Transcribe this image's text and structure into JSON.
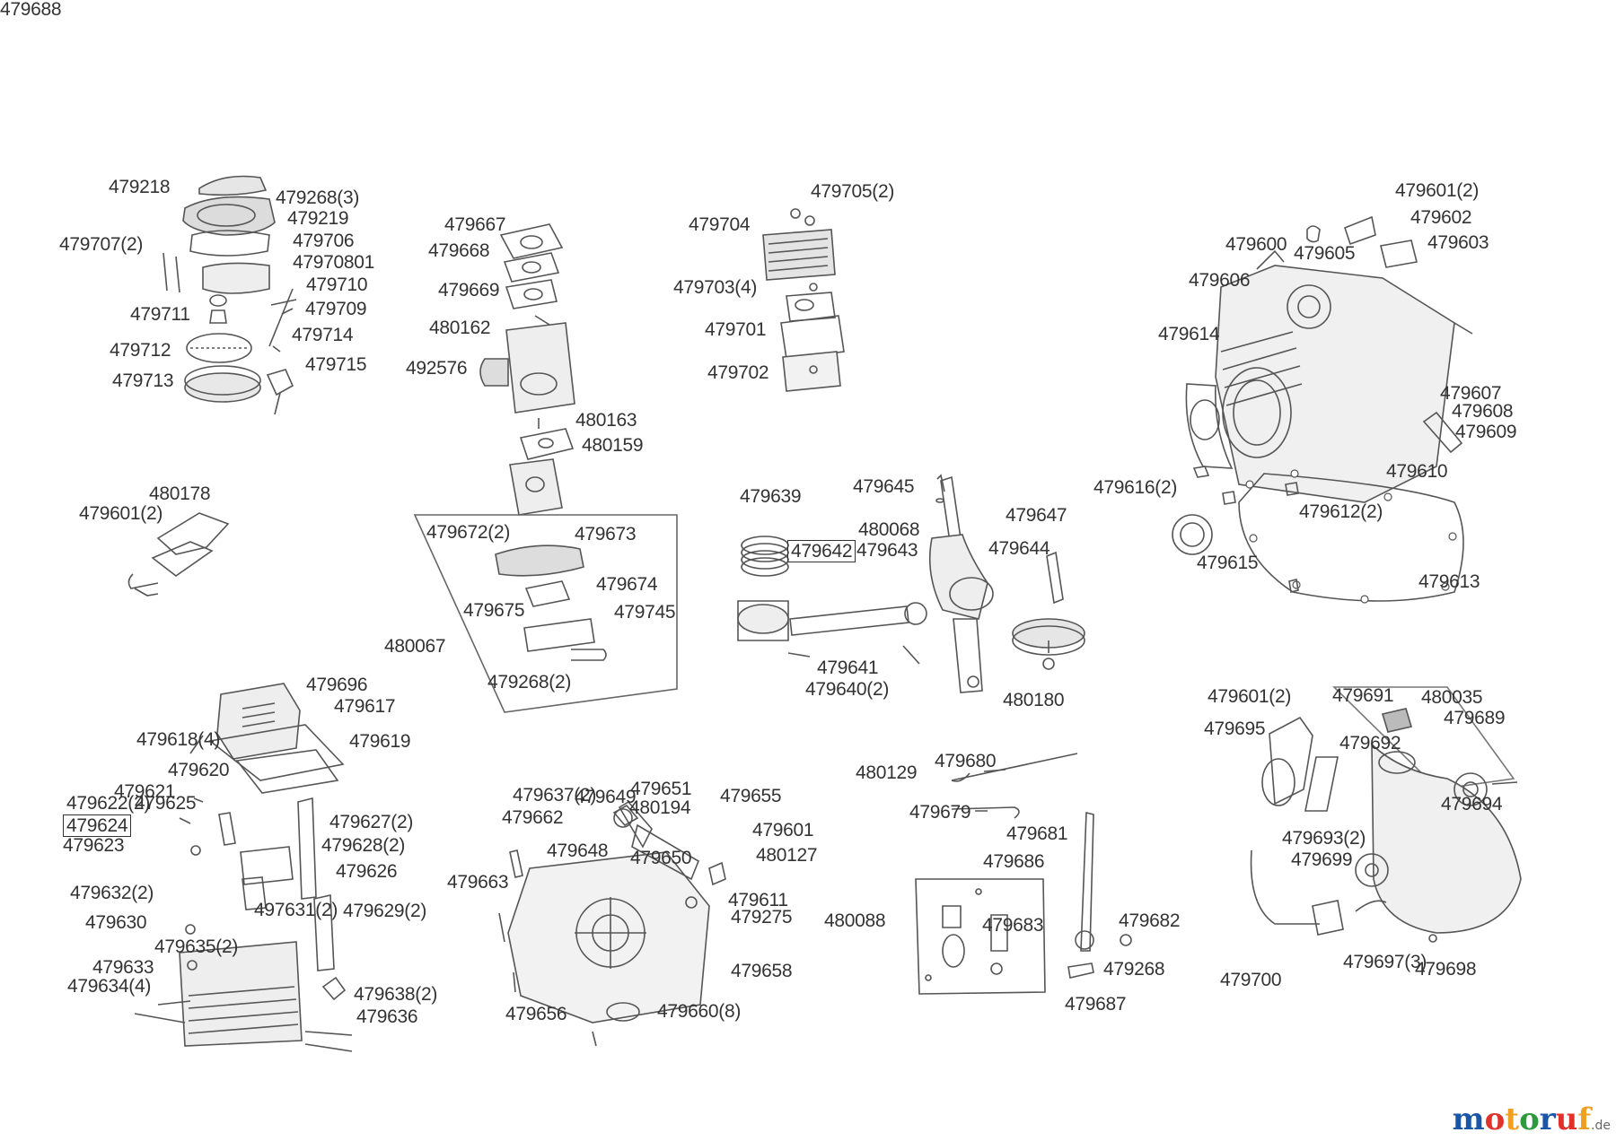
{
  "logo": {
    "text": "motoruf",
    "suffix": ".de",
    "colors": [
      "#1a56a8",
      "#e0322b",
      "#f0a020",
      "#2e9a3e"
    ]
  },
  "colors": {
    "line": "#555555",
    "label": "#333333"
  },
  "parts": [
    "479218",
    "479268(3)",
    "479219",
    "479707(2)",
    "479706",
    "47970801",
    "479710",
    "479711",
    "479709",
    "479712",
    "479714",
    "479713",
    "479715",
    "479667",
    "479668",
    "479669",
    "480162",
    "492576",
    "480163",
    "480159",
    "479705(2)",
    "479704",
    "479703(4)",
    "479701",
    "479702",
    "479601(2)",
    "479602",
    "479600",
    "479605",
    "479603",
    "479606",
    "479614",
    "479607",
    "479608",
    "479609",
    "479610",
    "479616(2)",
    "479612(2)",
    "479615",
    "479613",
    "480178",
    "479601(2)",
    "479672(2)",
    "479673",
    "479674",
    "479675",
    "479745",
    "480067",
    "479268(2)",
    "479639",
    "479645",
    "480068",
    "479643",
    "479642",
    "479647",
    "479644",
    "479641",
    "479640(2)",
    "480180",
    "479601(2)",
    "479691",
    "480035",
    "479695",
    "479689",
    "479692",
    "479694",
    "479693(2)",
    "479699",
    "479700",
    "479697(3)",
    "479698",
    "479696",
    "479617",
    "479618(4)",
    "479619",
    "479620",
    "479621",
    "479622(2)",
    "479625",
    "479624",
    "479627(2)",
    "479623",
    "479628(2)",
    "479626",
    "479632(2)",
    "497631(2)",
    "479630",
    "479629(2)",
    "479635(2)",
    "479633",
    "479634(4)",
    "479638(2)",
    "479636",
    "479637(2)",
    "479649",
    "479651",
    "480194",
    "479655",
    "479662",
    "479601",
    "479648",
    "479650",
    "480127",
    "479663",
    "479611",
    "479275",
    "479658",
    "479656",
    "479660(8)",
    "480129",
    "479680",
    "479679",
    "479681",
    "479686",
    "480088",
    "479683",
    "479682",
    "479268",
    "479687",
    "479688"
  ],
  "boxed": [
    53,
    79,
    120
  ]
}
